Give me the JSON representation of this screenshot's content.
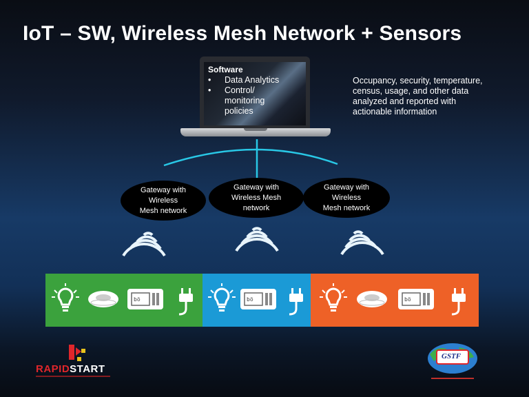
{
  "title": "IoT – SW, Wireless Mesh Network + Sensors",
  "description": "Occupancy,  security, temperature, census, usage, and other data analyzed and reported with actionable information",
  "software": {
    "heading": "Software",
    "items": [
      {
        "bullet": "•",
        "label": "Data Analytics"
      },
      {
        "bullet": "•",
        "label": "Control/ monitoring policies"
      }
    ]
  },
  "gateways": [
    {
      "lines": [
        "Gateway with",
        "Wireless",
        "Mesh network"
      ]
    },
    {
      "lines": [
        "Gateway with",
        "Wireless Mesh",
        "network"
      ]
    },
    {
      "lines": [
        "Gateway with",
        "Wireless",
        "Mesh network"
      ]
    }
  ],
  "sensor_groups": [
    {
      "color": "#3ba23d",
      "icons": [
        "light-bulb-icon",
        "smoke-detector-icon",
        "thermostat-icon",
        "power-plug-icon"
      ]
    },
    {
      "color": "#1b9ad6",
      "icons": [
        "light-bulb-icon",
        "thermostat-icon",
        "power-plug-icon"
      ]
    },
    {
      "color": "#ee6127",
      "icons": [
        "light-bulb-icon",
        "smoke-detector-icon",
        "thermostat-icon",
        "power-plug-icon"
      ]
    }
  ],
  "logos": {
    "left": {
      "text_red": "RAPID",
      "text_white": "START"
    },
    "right": {
      "text": "GSTF"
    }
  },
  "colors": {
    "link_line": "#29c8e6",
    "wifi": "#e8f4fb"
  }
}
